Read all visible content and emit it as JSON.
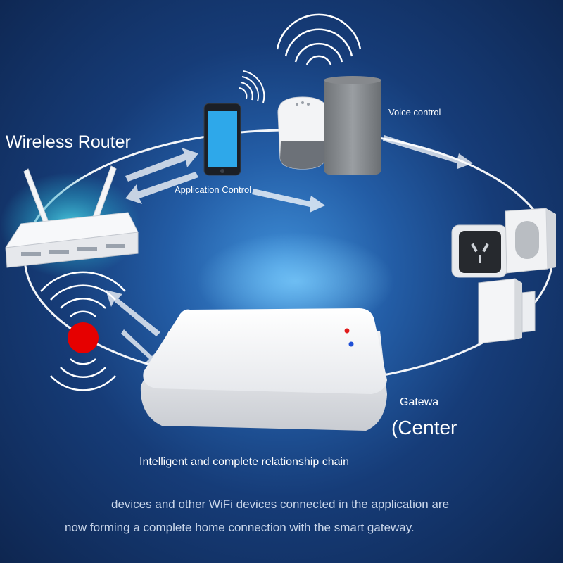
{
  "labels": {
    "router": "Wireless Router",
    "app_control": "Application Control",
    "voice_control": "Voice control",
    "gateway_line1": "Gatewa",
    "gateway_line2": "(Center",
    "chain": "Intelligent and complete relationship chain",
    "description_line1": "devices and other WiFi devices connected in the application are",
    "description_line2": "now forming a complete home connection with the smart gateway."
  },
  "colors": {
    "background": "#163c78",
    "ring": "#ffffff",
    "red_dot": "#e60000",
    "phone_screen": "#2ea8ea"
  },
  "icons": [
    "router-icon",
    "smartphone-icon",
    "smart-speaker-icon",
    "fabric-speaker-icon",
    "smart-plug-icon",
    "door-sensor-icon",
    "motion-sensor-icon",
    "gateway-icon",
    "wifi-signal-icon",
    "arrow-icon"
  ]
}
